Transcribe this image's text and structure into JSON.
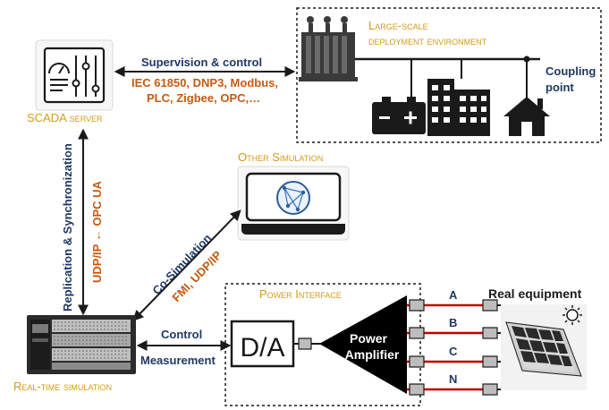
{
  "scada": {
    "title": "SCADA server"
  },
  "supervision": {
    "label": "Supervision & control",
    "protocols_line1": "IEC 61850, DNP3, Modbus,",
    "protocols_line2": "PLC, Zigbee, OPC,…"
  },
  "grid": {
    "title_line1": "Large-scale",
    "title_line2": "deployment environment",
    "coupling_line1": "Coupling",
    "coupling_line2": "point"
  },
  "replication": {
    "label": "Replication & Synchronization",
    "protocol": "UDP/IP ← OPC UA"
  },
  "other_sim": {
    "title": "Other Simulation"
  },
  "cosim": {
    "label": "Co-Simulation",
    "protocol": "FMI, UDP/IP"
  },
  "rts": {
    "title": "Real-time simulation"
  },
  "control": {
    "label1": "Control",
    "label2": "Measurement"
  },
  "power_interface": {
    "title": "Power Interface",
    "dac": "D/A",
    "amp_line1": "Power",
    "amp_line2": "Amplifier",
    "phases": [
      "A",
      "B",
      "C",
      "N"
    ]
  },
  "equipment": {
    "title": "Real equipment"
  },
  "colors": {
    "gold": "#d49a1a",
    "navy": "#1f3864",
    "orange": "#c55a11",
    "wire": "#c00000"
  }
}
